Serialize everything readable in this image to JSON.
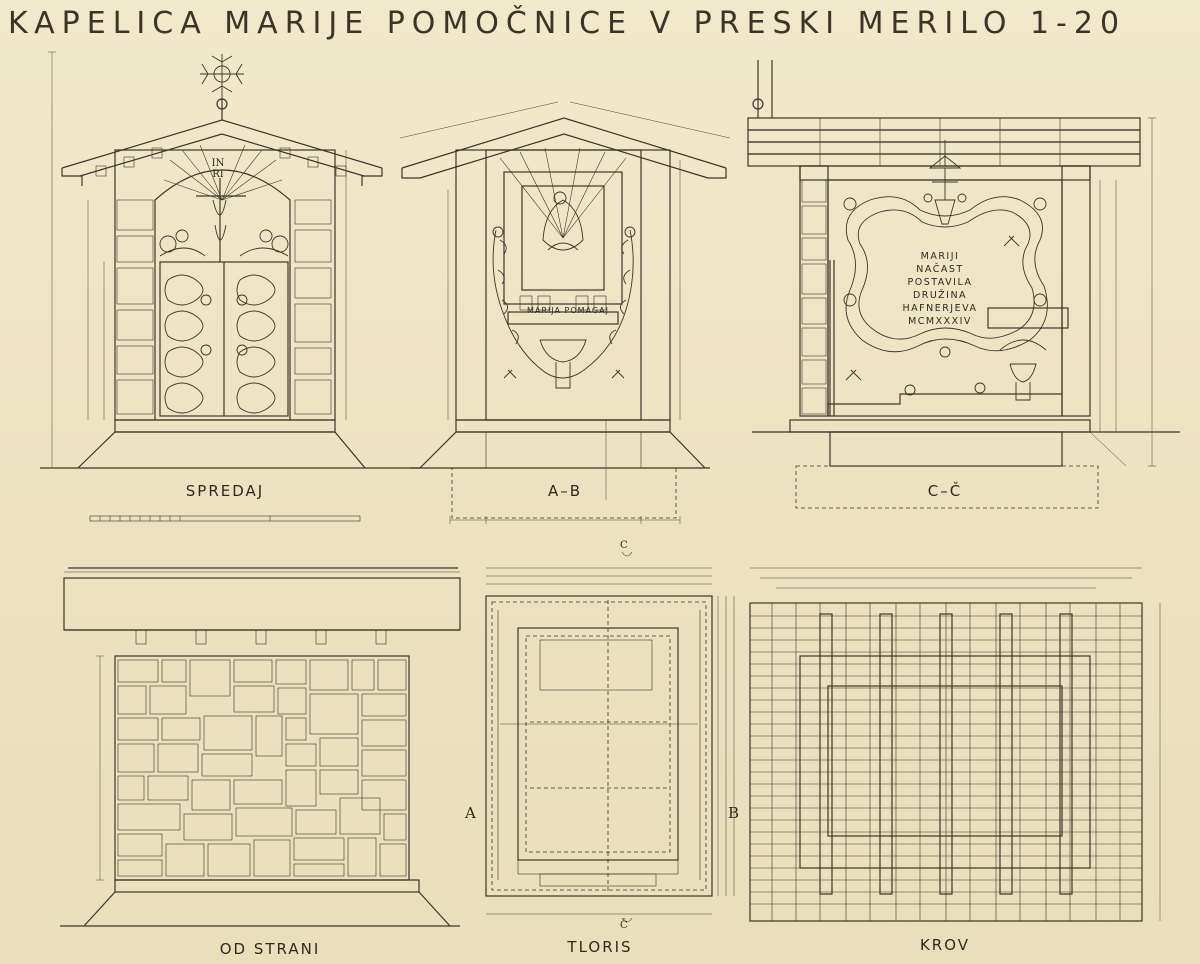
{
  "sheet": {
    "title": "KAPELICA MARIJE POMOČNICE V PRESKI MERILO 1-20"
  },
  "views": {
    "front_label": "SPREDAJ",
    "section_ab_label": "A–B",
    "section_cc_label": "C–Č",
    "side_label": "OD STRANI",
    "plan_label": "TLORIS",
    "roof_label": "KROV"
  },
  "front": {
    "inri_line1": "IN",
    "inri_line2": "RI"
  },
  "section_ab": {
    "banner": "MARIJA POMAGAJ"
  },
  "section_cc": {
    "inscription": [
      "MARIJI",
      "NAČAST",
      "POSTAVILA",
      "DRUŽINA",
      "HAFNERJEVA",
      "MCMXXXIV"
    ]
  },
  "plan": {
    "mark_a": "A",
    "mark_b": "B",
    "mark_c_top": "C",
    "mark_c_bottom": "Č"
  },
  "colors": {
    "paper": "#efe6c6",
    "ink": "#3b362a"
  }
}
